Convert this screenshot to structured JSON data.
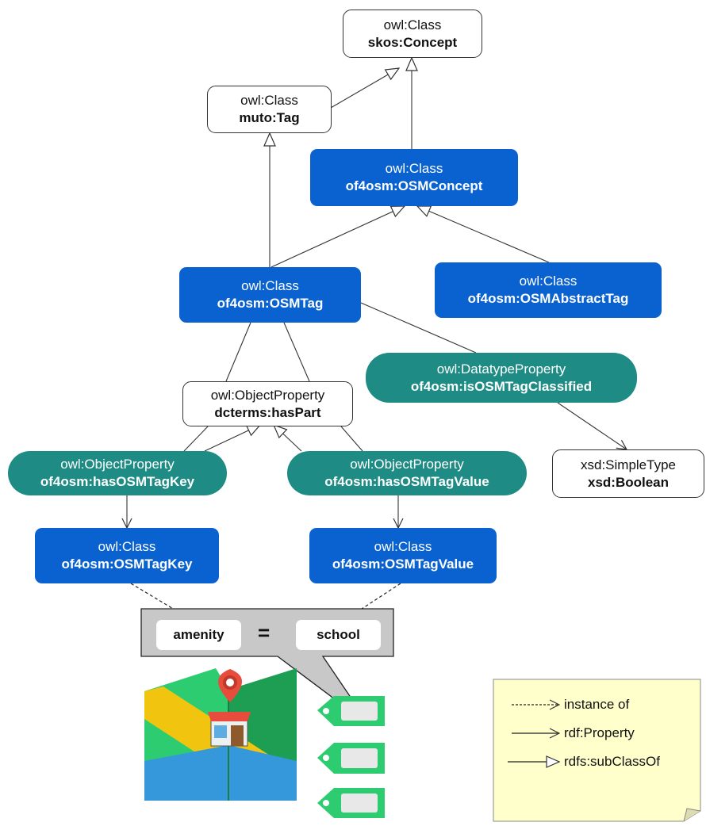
{
  "nodes": {
    "skos_concept": {
      "type": "owl:Class",
      "name": "skos:Concept"
    },
    "muto_tag": {
      "type": "owl:Class",
      "name": "muto:Tag"
    },
    "osm_concept": {
      "type": "owl:Class",
      "name": "of4osm:OSMConcept"
    },
    "osm_tag": {
      "type": "owl:Class",
      "name": "of4osm:OSMTag"
    },
    "osm_abstract_tag": {
      "type": "owl:Class",
      "name": "of4osm:OSMAbstractTag"
    },
    "has_part": {
      "type": "owl:ObjectProperty",
      "name": "dcterms:hasPart"
    },
    "is_classified": {
      "type": "owl:DatatypeProperty",
      "name": "of4osm:isOSMTagClassified"
    },
    "has_key": {
      "type": "owl:ObjectProperty",
      "name": "of4osm:hasOSMTagKey"
    },
    "has_value": {
      "type": "owl:ObjectProperty",
      "name": "of4osm:hasOSMTagValue"
    },
    "boolean": {
      "type": "xsd:SimpleType",
      "name": "xsd:Boolean"
    },
    "tag_key": {
      "type": "owl:Class",
      "name": "of4osm:OSMTagKey"
    },
    "tag_value": {
      "type": "owl:Class",
      "name": "of4osm:OSMTagValue"
    }
  },
  "example": {
    "key": "amenity",
    "equals": "=",
    "value": "school"
  },
  "legend": {
    "instance_of": "instance of",
    "property": "rdf:Property",
    "subclass": "rdfs:subClassOf"
  },
  "colors": {
    "class_blue": "#0a62d0",
    "property_teal": "#1e8c84",
    "note_yellow": "#ffffcc",
    "map_green": "#2ecc71",
    "tag_green": "#2ecc71"
  },
  "icons": [
    "map-icon",
    "map-pin-icon",
    "shop-icon",
    "tag-icon"
  ]
}
